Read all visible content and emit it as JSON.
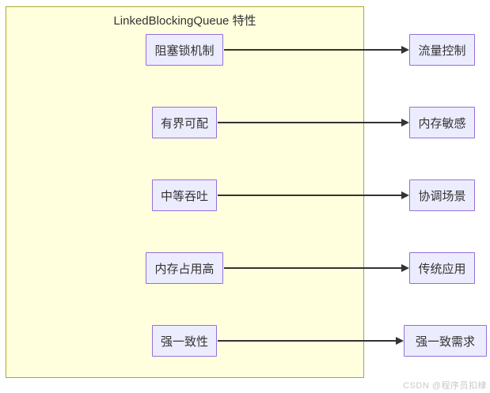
{
  "diagram": {
    "cluster": {
      "title": "LinkedBlockingQueue 特性",
      "fill_color": "#ffffde",
      "border_color": "#aaaa33"
    },
    "node_style": {
      "fill_color": "#ECECFF",
      "border_color": "#9370DB",
      "text_color": "#333333"
    },
    "arrow_color": "#333333",
    "rows": [
      {
        "source": "阻塞锁机制",
        "target": "流量控制"
      },
      {
        "source": "有界可配",
        "target": "内存敏感"
      },
      {
        "source": "中等吞吐",
        "target": "协调场景"
      },
      {
        "source": "内存占用高",
        "target": "传统应用"
      },
      {
        "source": "强一致性",
        "target": "强一致需求"
      }
    ],
    "watermark": "CSDN @程序员扣棣"
  }
}
